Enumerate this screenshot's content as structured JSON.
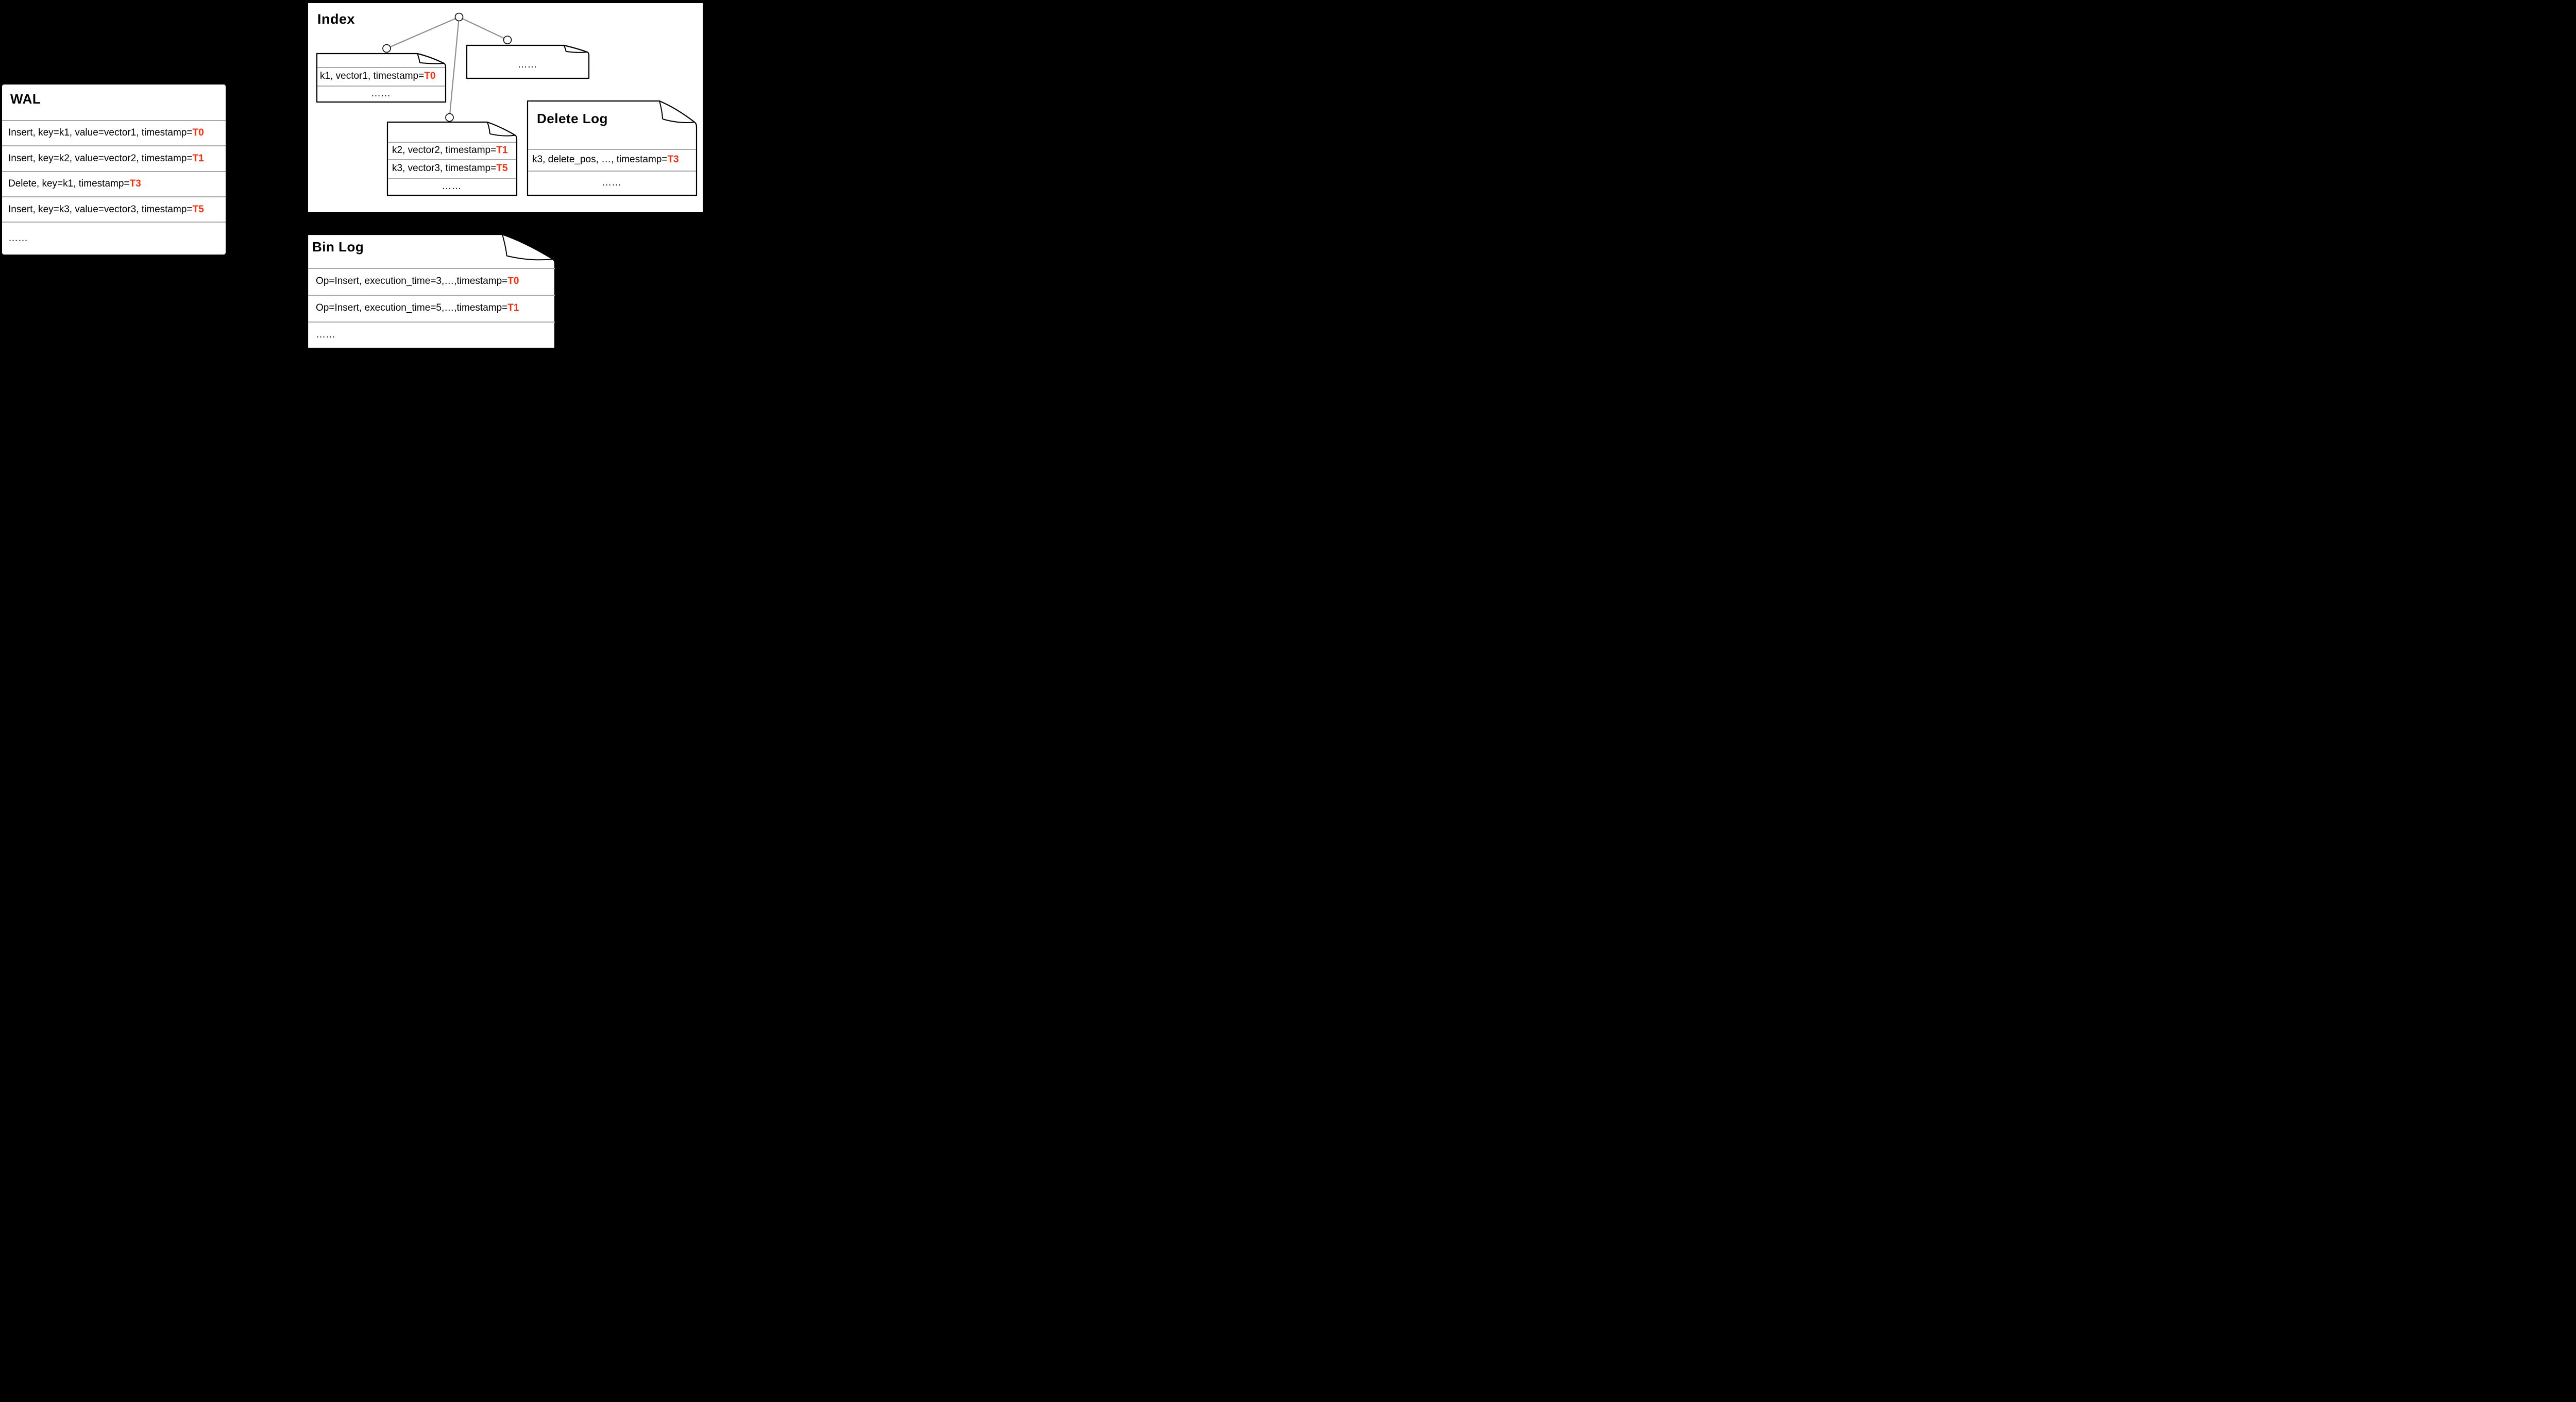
{
  "colors": {
    "background": "#000000",
    "panel": "#ffffff",
    "timestamp_red": "#ff2d0d",
    "separator_gray": "#a9a9a9",
    "tree_line_gray": "#8f8f8f"
  },
  "wal": {
    "title": "WAL",
    "rows": [
      {
        "pre": "Insert, key=k1, value=vector1, timestamp=",
        "ts": "T0"
      },
      {
        "pre": "Insert, key=k2, value=vector2, timestamp=",
        "ts": "T1"
      },
      {
        "pre": "Delete, key=k1, timestamp=",
        "ts": "T3"
      },
      {
        "pre": "Insert, key=k3, value=vector3, timestamp=",
        "ts": "T5"
      }
    ],
    "ellipsis": "……"
  },
  "index": {
    "title": "Index",
    "segment_k1": {
      "rows": [
        {
          "pre": "k1, vector1, timestamp=",
          "ts": "T0"
        }
      ],
      "ellipsis": "……"
    },
    "segment_other": {
      "ellipsis": "……"
    },
    "segment_k2k3": {
      "rows": [
        {
          "pre": "k2, vector2, timestamp=",
          "ts": "T1"
        },
        {
          "pre": "k3, vector3, timestamp=",
          "ts": "T5"
        }
      ],
      "ellipsis": "……"
    }
  },
  "delete_log": {
    "title": "Delete Log",
    "rows": [
      {
        "pre": "k3, delete_pos, …, timestamp=",
        "ts": "T3"
      }
    ],
    "ellipsis": "……"
  },
  "bin_log": {
    "title": "Bin Log",
    "rows": [
      {
        "pre": "Op=Insert, execution_time=3,…,timestamp=",
        "ts": "T0"
      },
      {
        "pre": "Op=Insert, execution_time=5,…,timestamp=",
        "ts": "T1"
      }
    ],
    "ellipsis": "……"
  }
}
